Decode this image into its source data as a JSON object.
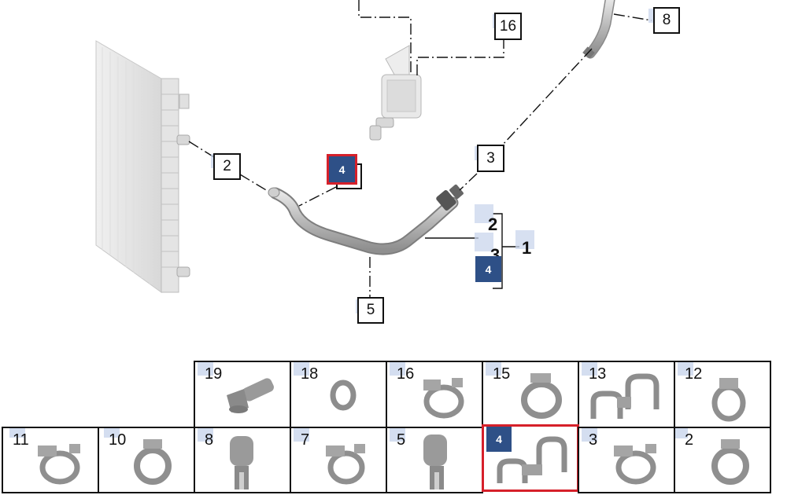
{
  "diagram": {
    "callouts": {
      "c16": "16",
      "c8": "8",
      "c2": "2",
      "c4": "4",
      "c3": "3",
      "c5": "5"
    },
    "group": {
      "label1": "1",
      "label2": "2",
      "label3": "3",
      "label4": "4"
    }
  },
  "parts_table": {
    "row1": [
      "19",
      "18",
      "16",
      "15",
      "13",
      "12"
    ],
    "row2": [
      "11",
      "10",
      "8",
      "7",
      "5",
      "4",
      "3",
      "2"
    ],
    "selected": "4"
  },
  "colors": {
    "selected_fill": "#2e5087",
    "selected_border": "#d6202a",
    "highlight": "#c9d6ec"
  }
}
